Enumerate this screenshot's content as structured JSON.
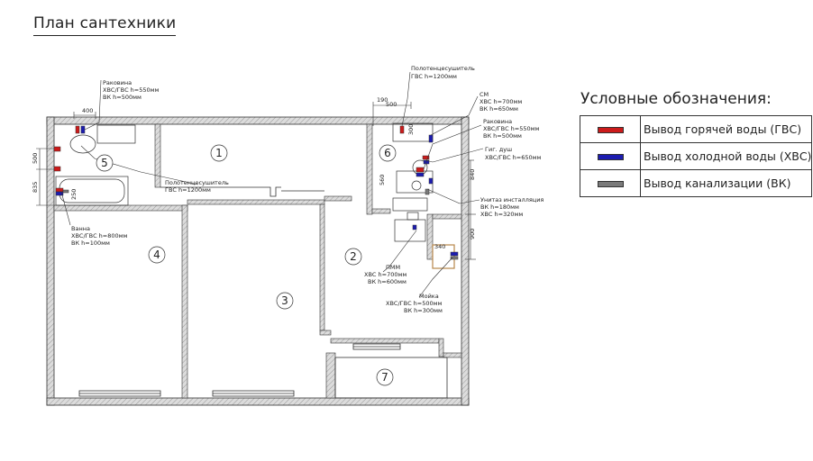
{
  "title": "План сантехники",
  "legend": {
    "title": "Условные обозначения:",
    "items": [
      {
        "label": "Вывод горячей воды (ГВС)",
        "color": "#cc1b1b"
      },
      {
        "label": "Вывод холодной воды (ХВС)",
        "color": "#1c1cb0"
      },
      {
        "label": "Вывод канализации (ВК)",
        "color": "#7a7a7a"
      }
    ]
  },
  "rooms": [
    "1",
    "2",
    "3",
    "4",
    "5",
    "6",
    "7"
  ],
  "annotations": {
    "sink_bath": [
      "Раковина",
      "ХВС/ГВС h=550мм",
      "ВК h=500мм"
    ],
    "towel_rail_hall": [
      "Полотенцесушитель",
      "ГВС h=1200мм"
    ],
    "bathtub": [
      "Ванна",
      "ХВС/ГВС h=800мм",
      "ВК h=100мм"
    ],
    "towel_rail_wc": [
      "Полотенцесушитель",
      "ГВС h=1200мм"
    ],
    "washer": [
      "СМ",
      "ХВС h=700мм",
      "ВК h=650мм"
    ],
    "sink_wc": [
      "Раковина",
      "ХВС/ГВС h=550мм",
      "ВК h=500мм"
    ],
    "hyg_shower": [
      "Гиг. душ",
      "ХВС/ГВС h=650мм"
    ],
    "toilet": [
      "Унитаз инсталляция",
      "ВК h=180мм",
      "ХВС h=320мм"
    ],
    "dishwasher": [
      "ПММ",
      "ХВС h=700мм",
      "ВК h=600мм"
    ],
    "kitchen_sink": [
      "Мойка",
      "ХВС/ГВС h=500мм",
      "ВК h=300мм"
    ]
  },
  "dimensions": {
    "d400": "400",
    "d500_left": "500",
    "d835": "835",
    "d190": "190",
    "d500_top": "500",
    "d300": "300",
    "d560": "560",
    "d840_right": "840",
    "d900": "900",
    "d340": "340",
    "d250": "250"
  }
}
